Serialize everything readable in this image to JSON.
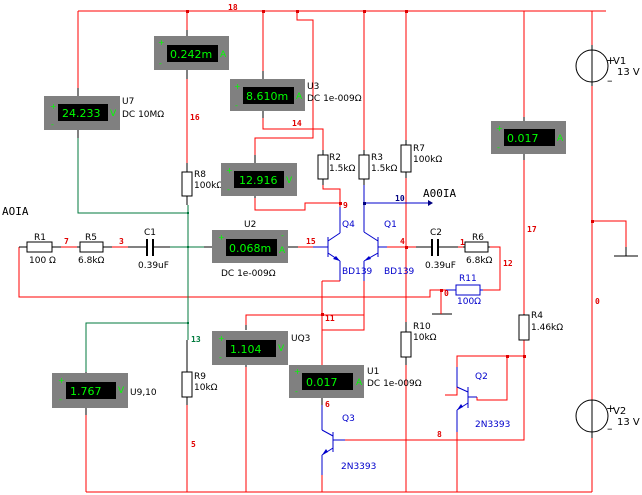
{
  "nets": {
    "n18": "18",
    "n16": "16",
    "n14": "14",
    "n9": "9",
    "n10": "10",
    "n7": "7",
    "n3": "3",
    "n15": "15",
    "n4": "4",
    "n1": "1",
    "n12": "12",
    "n17": "17",
    "n0a": "0",
    "n0b": "0",
    "n13": "13",
    "n11": "11",
    "n6": "6",
    "n8": "8",
    "n5": "5"
  },
  "probes": {
    "left": "AOIA",
    "right": "A00IA"
  },
  "meters": [
    {
      "id": "U7",
      "value": "24.233",
      "unit": "V",
      "label": "U7",
      "sub": "DC  10MΩ"
    },
    {
      "id": "Ua",
      "value": "0.242m",
      "unit": "A",
      "label": "",
      "sub": ""
    },
    {
      "id": "U3",
      "value": "8.610m",
      "unit": "A",
      "label": "U3",
      "sub": "DC  1e-009Ω"
    },
    {
      "id": "Ub",
      "value": "12.916",
      "unit": "V",
      "label": "",
      "sub": ""
    },
    {
      "id": "U2",
      "value": "0.068m",
      "unit": "A",
      "label": "U2",
      "sub": "DC  1e-009Ω"
    },
    {
      "id": "Uc",
      "value": "0.017",
      "unit": "A",
      "label": "",
      "sub": ""
    },
    {
      "id": "UQ3",
      "value": "1.104",
      "unit": "V",
      "label": "UQ3",
      "sub": ""
    },
    {
      "id": "U9,10",
      "value": "1.767",
      "unit": "V",
      "label": "U9,10",
      "sub": ""
    },
    {
      "id": "U1",
      "value": "0.017",
      "unit": "A",
      "label": "U1",
      "sub": "DC  1e-009Ω"
    }
  ],
  "resistors": {
    "R1": {
      "name": "R1",
      "value": "100 Ω"
    },
    "R5": {
      "name": "R5",
      "value": "6.8kΩ"
    },
    "R8": {
      "name": "R8",
      "value": "100kΩ"
    },
    "R2": {
      "name": "R2",
      "value": "1.5kΩ"
    },
    "R3": {
      "name": "R3",
      "value": "1.5kΩ"
    },
    "R7": {
      "name": "R7",
      "value": "100kΩ"
    },
    "R6": {
      "name": "R6",
      "value": "6.8kΩ"
    },
    "R11": {
      "name": "R11",
      "value": "100Ω"
    },
    "R10": {
      "name": "R10",
      "value": "10kΩ"
    },
    "R4": {
      "name": "R4",
      "value": "1.46kΩ"
    },
    "R9": {
      "name": "R9",
      "value": "10kΩ"
    }
  },
  "capacitors": {
    "C1": {
      "name": "C1",
      "value": "0.39uF"
    },
    "C2": {
      "name": "C2",
      "value": "0.39uF"
    }
  },
  "transistors": {
    "Q4": {
      "name": "Q4",
      "model": "BD139"
    },
    "Q1": {
      "name": "Q1",
      "model": "BD139"
    },
    "Q3": {
      "name": "Q3",
      "model": "2N3393"
    },
    "Q2": {
      "name": "Q2",
      "model": "2N3393"
    }
  },
  "sources": {
    "V1": {
      "name": "V1",
      "value": "13 V"
    },
    "V2": {
      "name": "V2",
      "value": "13 V"
    }
  },
  "colors": {
    "wire": "#ff0000",
    "wire_green": "#007a3d",
    "wire_blue": "#0000cc",
    "meter_body": "#808080",
    "meter_text": "#00ff00"
  }
}
